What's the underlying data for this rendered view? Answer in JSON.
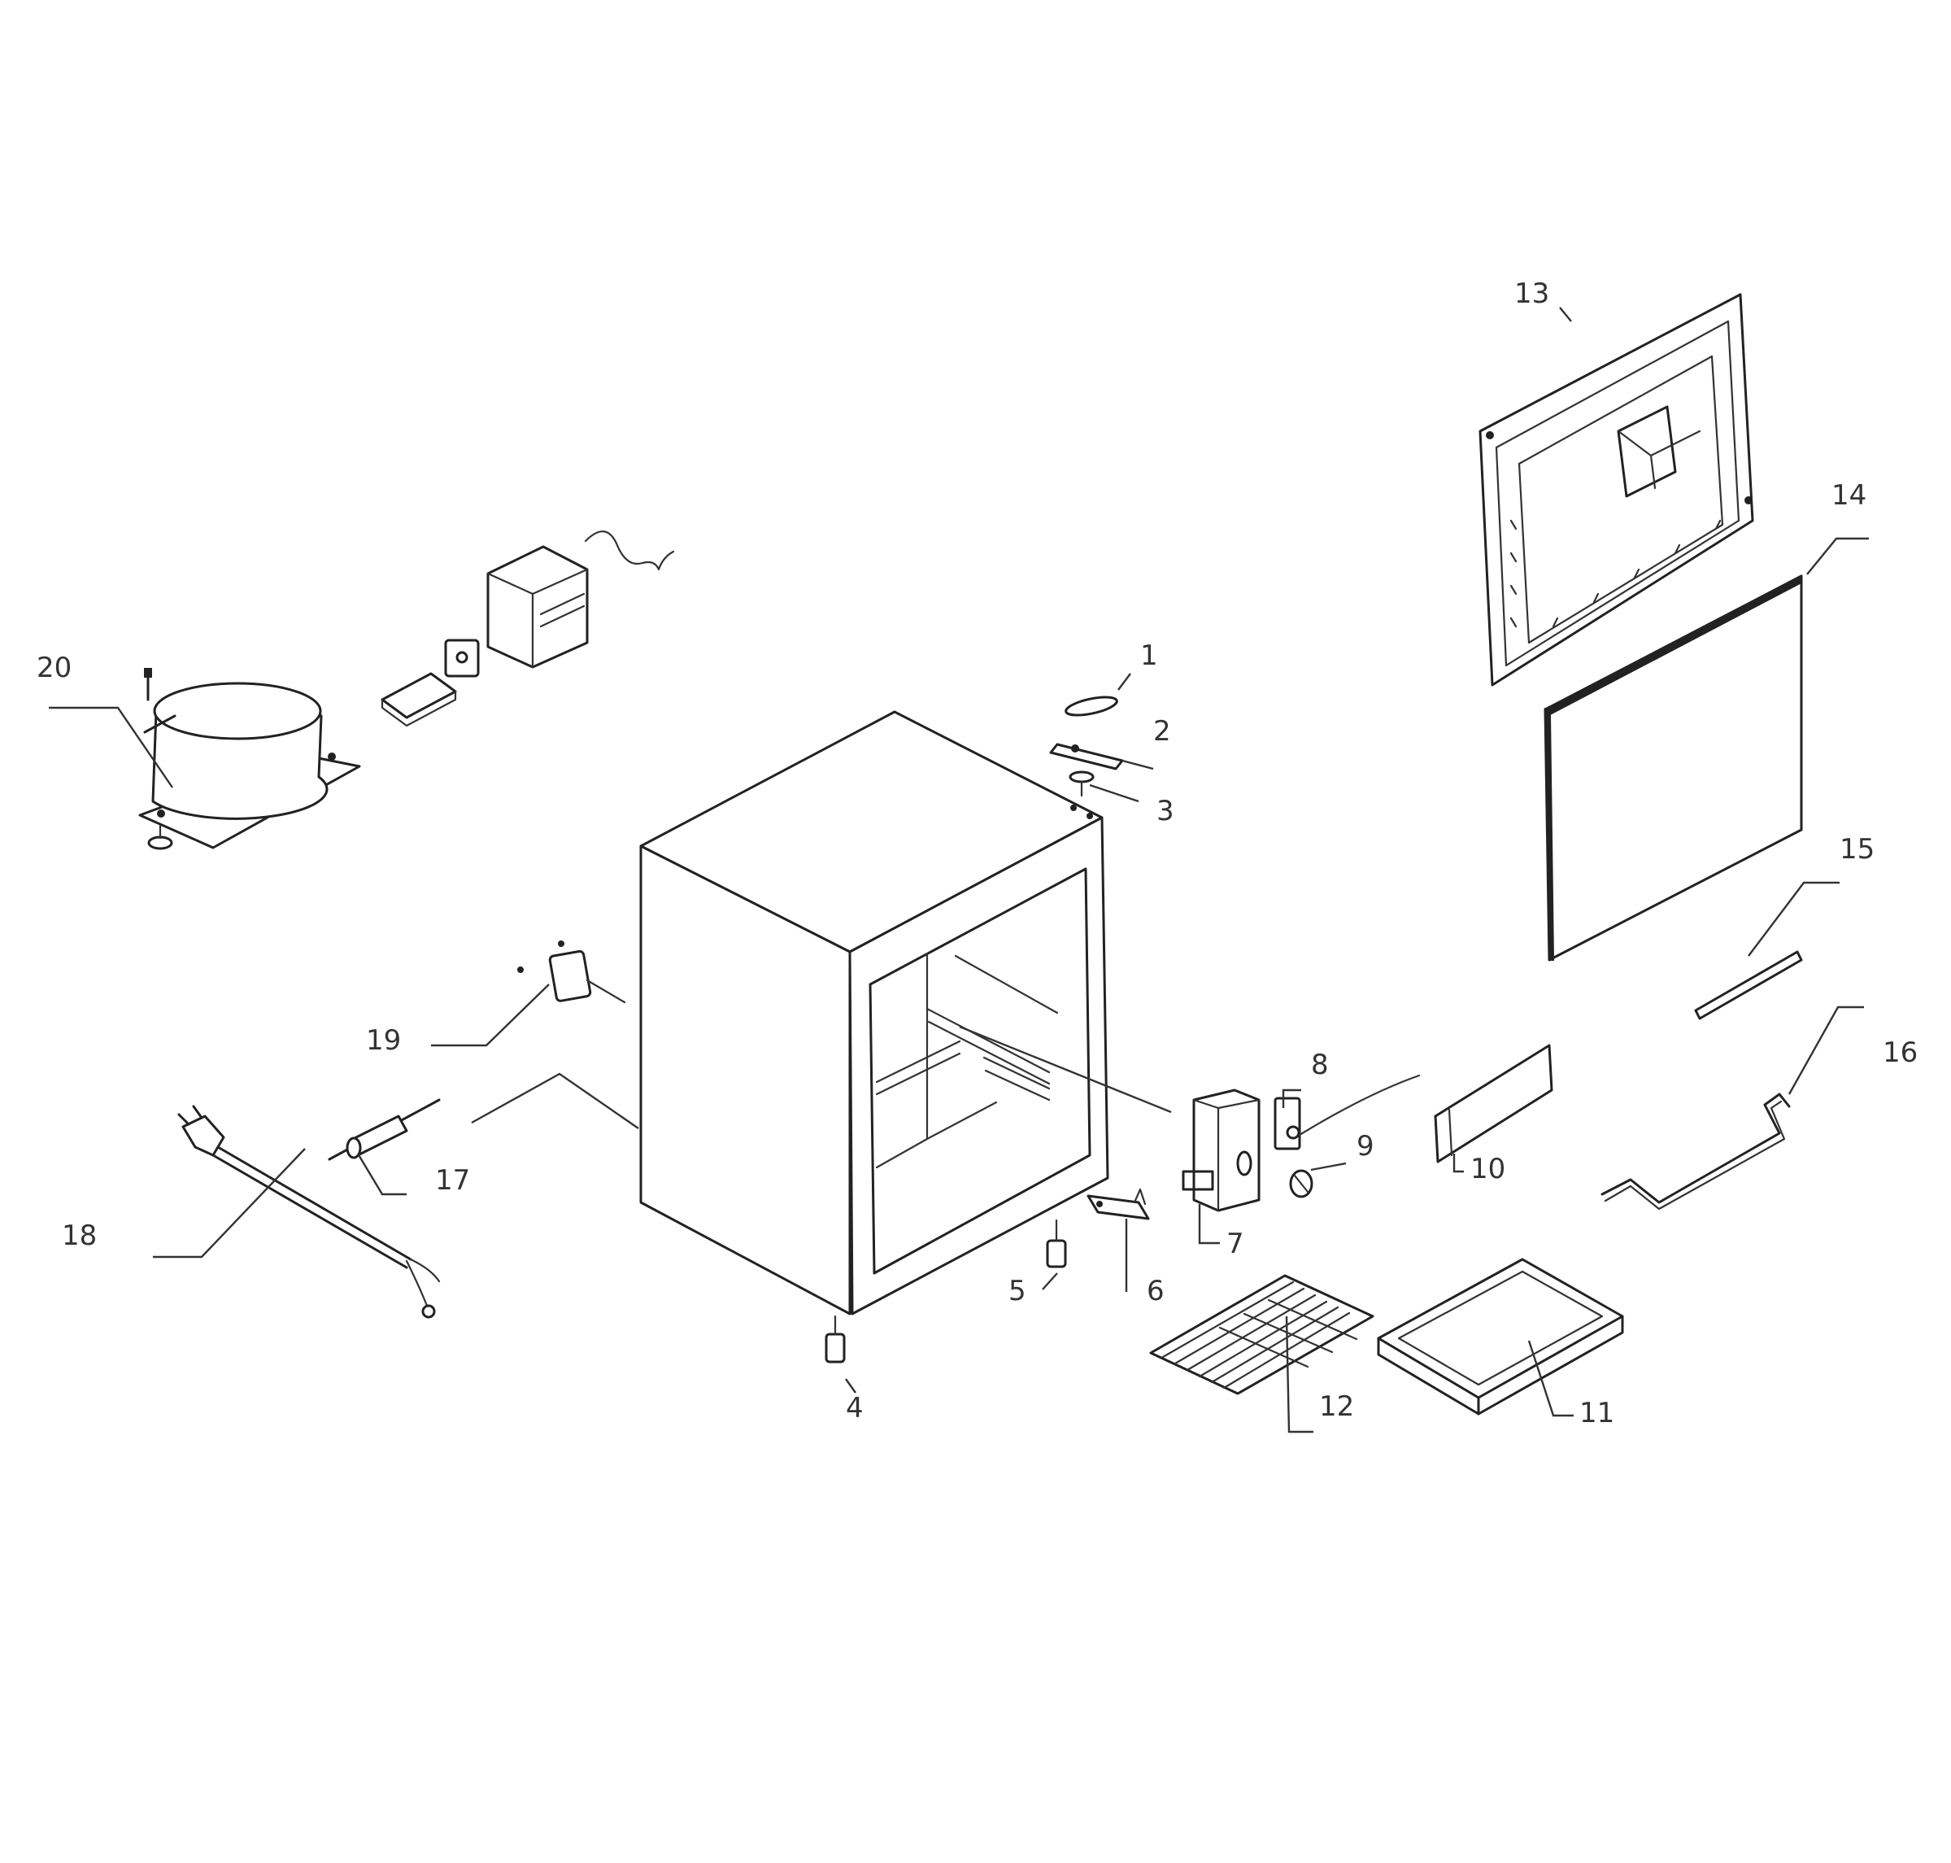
{
  "callouts": [
    {
      "id": "1",
      "label": "1"
    },
    {
      "id": "2",
      "label": "2"
    },
    {
      "id": "3",
      "label": "3"
    },
    {
      "id": "4",
      "label": "4"
    },
    {
      "id": "5",
      "label": "5"
    },
    {
      "id": "6",
      "label": "6"
    },
    {
      "id": "7",
      "label": "7"
    },
    {
      "id": "8",
      "label": "8"
    },
    {
      "id": "9",
      "label": "9"
    },
    {
      "id": "10",
      "label": "10"
    },
    {
      "id": "11",
      "label": "11"
    },
    {
      "id": "12",
      "label": "12"
    },
    {
      "id": "13",
      "label": "13"
    },
    {
      "id": "14",
      "label": "14"
    },
    {
      "id": "15",
      "label": "15"
    },
    {
      "id": "16",
      "label": "16"
    },
    {
      "id": "17",
      "label": "17"
    },
    {
      "id": "18",
      "label": "18"
    },
    {
      "id": "19",
      "label": "19"
    },
    {
      "id": "20",
      "label": "20"
    }
  ],
  "colors": {
    "line": "#222222",
    "label": "#333333",
    "background": "#ffffff"
  }
}
